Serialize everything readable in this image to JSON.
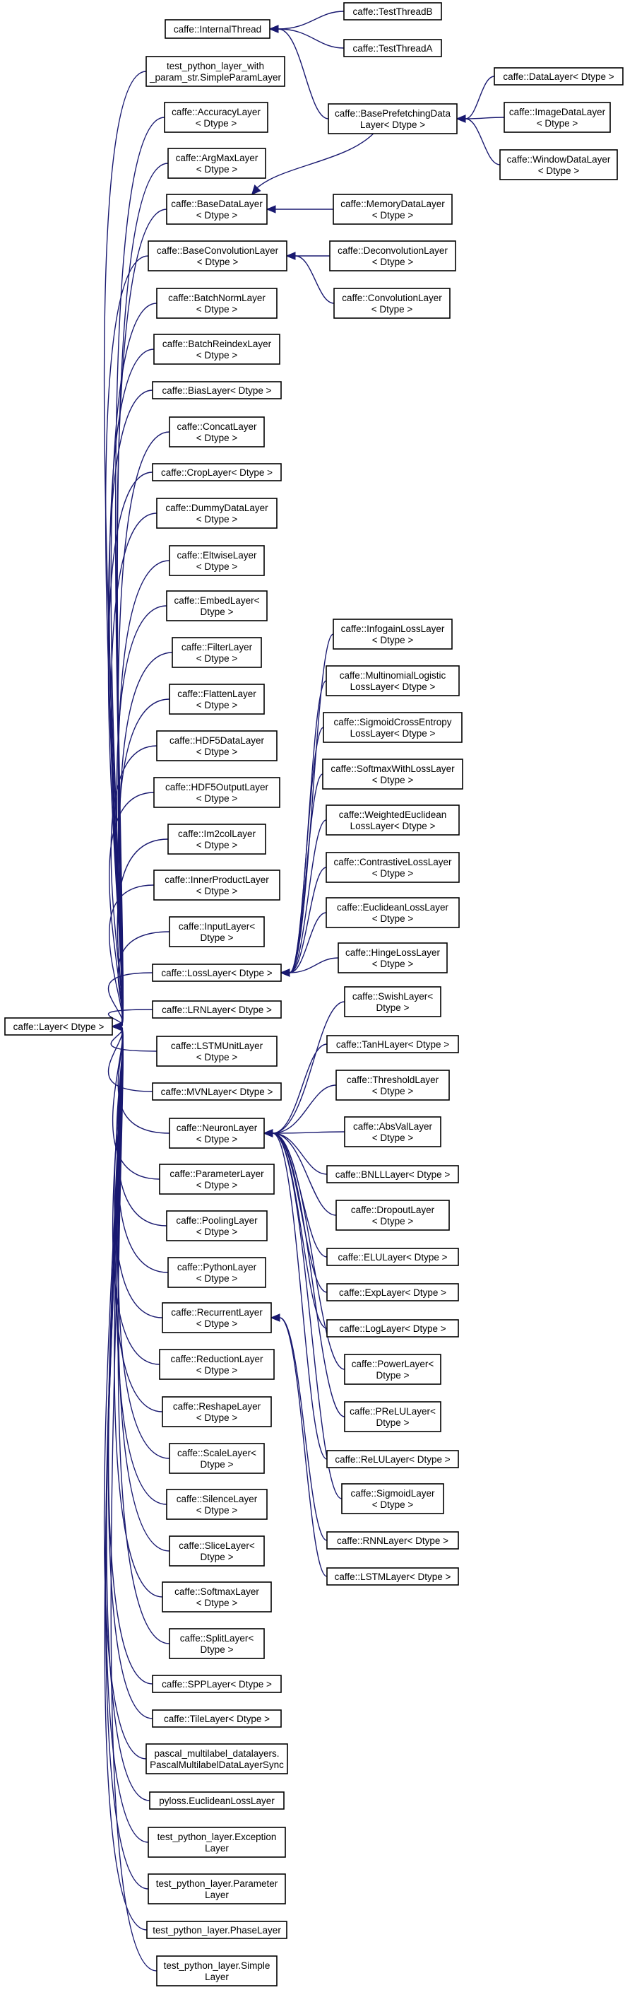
{
  "diagram": {
    "nodes": [
      {
        "id": "layer",
        "lines": [
          "caffe::Layer< Dtype >"
        ]
      },
      {
        "id": "internalthread",
        "lines": [
          "caffe::InternalThread"
        ]
      },
      {
        "id": "testthreadb",
        "lines": [
          "caffe::TestThreadB"
        ]
      },
      {
        "id": "testthreada",
        "lines": [
          "caffe::TestThreadA"
        ]
      },
      {
        "id": "simpleparam",
        "lines": [
          "test_python_layer_with",
          "_param_str.SimpleParamLayer"
        ]
      },
      {
        "id": "accuracy",
        "lines": [
          "caffe::AccuracyLayer",
          "< Dtype >"
        ]
      },
      {
        "id": "argmax",
        "lines": [
          "caffe::ArgMaxLayer",
          "< Dtype >"
        ]
      },
      {
        "id": "basedata",
        "lines": [
          "caffe::BaseDataLayer",
          "< Dtype >"
        ]
      },
      {
        "id": "baseprefetch",
        "lines": [
          "caffe::BasePrefetchingData",
          "Layer< Dtype >"
        ]
      },
      {
        "id": "datalayer",
        "lines": [
          "caffe::DataLayer< Dtype >"
        ]
      },
      {
        "id": "imagedata",
        "lines": [
          "caffe::ImageDataLayer",
          "< Dtype >"
        ]
      },
      {
        "id": "windowdata",
        "lines": [
          "caffe::WindowDataLayer",
          "< Dtype >"
        ]
      },
      {
        "id": "memorydata",
        "lines": [
          "caffe::MemoryDataLayer",
          "< Dtype >"
        ]
      },
      {
        "id": "baseconv",
        "lines": [
          "caffe::BaseConvolutionLayer",
          "< Dtype >"
        ]
      },
      {
        "id": "deconv",
        "lines": [
          "caffe::DeconvolutionLayer",
          "< Dtype >"
        ]
      },
      {
        "id": "conv",
        "lines": [
          "caffe::ConvolutionLayer",
          "< Dtype >"
        ]
      },
      {
        "id": "batchnorm",
        "lines": [
          "caffe::BatchNormLayer",
          "< Dtype >"
        ]
      },
      {
        "id": "batchreindex",
        "lines": [
          "caffe::BatchReindexLayer",
          "< Dtype >"
        ]
      },
      {
        "id": "bias",
        "lines": [
          "caffe::BiasLayer< Dtype >"
        ]
      },
      {
        "id": "concat",
        "lines": [
          "caffe::ConcatLayer",
          "< Dtype >"
        ]
      },
      {
        "id": "crop",
        "lines": [
          "caffe::CropLayer< Dtype >"
        ]
      },
      {
        "id": "dummydata",
        "lines": [
          "caffe::DummyDataLayer",
          "< Dtype >"
        ]
      },
      {
        "id": "eltwise",
        "lines": [
          "caffe::EltwiseLayer",
          "< Dtype >"
        ]
      },
      {
        "id": "embed",
        "lines": [
          "caffe::EmbedLayer<",
          "Dtype >"
        ]
      },
      {
        "id": "filter",
        "lines": [
          "caffe::FilterLayer",
          "< Dtype >"
        ]
      },
      {
        "id": "flatten",
        "lines": [
          "caffe::FlattenLayer",
          "< Dtype >"
        ]
      },
      {
        "id": "hdf5data",
        "lines": [
          "caffe::HDF5DataLayer",
          "< Dtype >"
        ]
      },
      {
        "id": "hdf5output",
        "lines": [
          "caffe::HDF5OutputLayer",
          "< Dtype >"
        ]
      },
      {
        "id": "im2col",
        "lines": [
          "caffe::Im2colLayer",
          "< Dtype >"
        ]
      },
      {
        "id": "innerproduct",
        "lines": [
          "caffe::InnerProductLayer",
          "< Dtype >"
        ]
      },
      {
        "id": "input",
        "lines": [
          "caffe::InputLayer<",
          "Dtype >"
        ]
      },
      {
        "id": "loss",
        "lines": [
          "caffe::LossLayer< Dtype >"
        ]
      },
      {
        "id": "infogain",
        "lines": [
          "caffe::InfogainLossLayer",
          "< Dtype >"
        ]
      },
      {
        "id": "multinomial",
        "lines": [
          "caffe::MultinomialLogistic",
          "LossLayer< Dtype >"
        ]
      },
      {
        "id": "sigmoidce",
        "lines": [
          "caffe::SigmoidCrossEntropy",
          "LossLayer< Dtype >"
        ]
      },
      {
        "id": "softmaxloss",
        "lines": [
          "caffe::SoftmaxWithLossLayer",
          "< Dtype >"
        ]
      },
      {
        "id": "weightedeuc",
        "lines": [
          "caffe::WeightedEuclidean",
          "LossLayer< Dtype >"
        ]
      },
      {
        "id": "contrastive",
        "lines": [
          "caffe::ContrastiveLossLayer",
          "< Dtype >"
        ]
      },
      {
        "id": "euclideanloss",
        "lines": [
          "caffe::EuclideanLossLayer",
          "< Dtype >"
        ]
      },
      {
        "id": "hingeloss",
        "lines": [
          "caffe::HingeLossLayer",
          "< Dtype >"
        ]
      },
      {
        "id": "lrn",
        "lines": [
          "caffe::LRNLayer< Dtype >"
        ]
      },
      {
        "id": "lstmunit",
        "lines": [
          "caffe::LSTMUnitLayer",
          "< Dtype >"
        ]
      },
      {
        "id": "mvn",
        "lines": [
          "caffe::MVNLayer< Dtype >"
        ]
      },
      {
        "id": "neuron",
        "lines": [
          "caffe::NeuronLayer",
          "< Dtype >"
        ]
      },
      {
        "id": "swish",
        "lines": [
          "caffe::SwishLayer<",
          "Dtype >"
        ]
      },
      {
        "id": "tanh",
        "lines": [
          "caffe::TanHLayer< Dtype >"
        ]
      },
      {
        "id": "threshold",
        "lines": [
          "caffe::ThresholdLayer",
          "< Dtype >"
        ]
      },
      {
        "id": "absval",
        "lines": [
          "caffe::AbsValLayer",
          "< Dtype >"
        ]
      },
      {
        "id": "bnll",
        "lines": [
          "caffe::BNLLLayer< Dtype >"
        ]
      },
      {
        "id": "dropout",
        "lines": [
          "caffe::DropoutLayer",
          "< Dtype >"
        ]
      },
      {
        "id": "elu",
        "lines": [
          "caffe::ELULayer< Dtype >"
        ]
      },
      {
        "id": "exp",
        "lines": [
          "caffe::ExpLayer< Dtype >"
        ]
      },
      {
        "id": "log",
        "lines": [
          "caffe::LogLayer< Dtype >"
        ]
      },
      {
        "id": "power",
        "lines": [
          "caffe::PowerLayer<",
          "Dtype >"
        ]
      },
      {
        "id": "prelu",
        "lines": [
          "caffe::PReLULayer<",
          "Dtype >"
        ]
      },
      {
        "id": "relu",
        "lines": [
          "caffe::ReLULayer< Dtype >"
        ]
      },
      {
        "id": "sigmoid",
        "lines": [
          "caffe::SigmoidLayer",
          "< Dtype >"
        ]
      },
      {
        "id": "rnn",
        "lines": [
          "caffe::RNNLayer< Dtype >"
        ]
      },
      {
        "id": "lstm",
        "lines": [
          "caffe::LSTMLayer< Dtype >"
        ]
      },
      {
        "id": "parameter",
        "lines": [
          "caffe::ParameterLayer",
          "< Dtype >"
        ]
      },
      {
        "id": "pooling",
        "lines": [
          "caffe::PoolingLayer",
          "< Dtype >"
        ]
      },
      {
        "id": "python",
        "lines": [
          "caffe::PythonLayer",
          "< Dtype >"
        ]
      },
      {
        "id": "recurrent",
        "lines": [
          "caffe::RecurrentLayer",
          "< Dtype >"
        ]
      },
      {
        "id": "reduction",
        "lines": [
          "caffe::ReductionLayer",
          "< Dtype >"
        ]
      },
      {
        "id": "reshape",
        "lines": [
          "caffe::ReshapeLayer",
          "< Dtype >"
        ]
      },
      {
        "id": "scale",
        "lines": [
          "caffe::ScaleLayer<",
          "Dtype >"
        ]
      },
      {
        "id": "silence",
        "lines": [
          "caffe::SilenceLayer",
          "< Dtype >"
        ]
      },
      {
        "id": "slice",
        "lines": [
          "caffe::SliceLayer<",
          "Dtype >"
        ]
      },
      {
        "id": "softmax",
        "lines": [
          "caffe::SoftmaxLayer",
          "< Dtype >"
        ]
      },
      {
        "id": "split",
        "lines": [
          "caffe::SplitLayer<",
          "Dtype >"
        ]
      },
      {
        "id": "spp",
        "lines": [
          "caffe::SPPLayer< Dtype >"
        ]
      },
      {
        "id": "tile",
        "lines": [
          "caffe::TileLayer< Dtype >"
        ]
      },
      {
        "id": "pascal",
        "lines": [
          "pascal_multilabel_datalayers.",
          "PascalMultilabelDataLayerSync"
        ]
      },
      {
        "id": "pyloss",
        "lines": [
          "pyloss.EuclideanLossLayer"
        ]
      },
      {
        "id": "exception",
        "lines": [
          "test_python_layer.Exception",
          "Layer"
        ]
      },
      {
        "id": "parampy",
        "lines": [
          "test_python_layer.Parameter",
          "Layer"
        ]
      },
      {
        "id": "phase",
        "lines": [
          "test_python_layer.PhaseLayer"
        ]
      },
      {
        "id": "simplepy",
        "lines": [
          "test_python_layer.Simple",
          "Layer"
        ]
      }
    ],
    "edges": [
      {
        "from": "testthreadb",
        "to": "internalthread"
      },
      {
        "from": "testthreada",
        "to": "internalthread"
      },
      {
        "from": "baseprefetch",
        "to": "internalthread"
      },
      {
        "from": "baseprefetch",
        "to": "basedata"
      },
      {
        "from": "datalayer",
        "to": "baseprefetch"
      },
      {
        "from": "imagedata",
        "to": "baseprefetch"
      },
      {
        "from": "windowdata",
        "to": "baseprefetch"
      },
      {
        "from": "memorydata",
        "to": "basedata"
      },
      {
        "from": "deconv",
        "to": "baseconv"
      },
      {
        "from": "conv",
        "to": "baseconv"
      },
      {
        "from": "infogain",
        "to": "loss"
      },
      {
        "from": "multinomial",
        "to": "loss"
      },
      {
        "from": "sigmoidce",
        "to": "loss"
      },
      {
        "from": "softmaxloss",
        "to": "loss"
      },
      {
        "from": "weightedeuc",
        "to": "loss"
      },
      {
        "from": "contrastive",
        "to": "loss"
      },
      {
        "from": "euclideanloss",
        "to": "loss"
      },
      {
        "from": "hingeloss",
        "to": "loss"
      },
      {
        "from": "swish",
        "to": "neuron"
      },
      {
        "from": "tanh",
        "to": "neuron"
      },
      {
        "from": "threshold",
        "to": "neuron"
      },
      {
        "from": "absval",
        "to": "neuron"
      },
      {
        "from": "bnll",
        "to": "neuron"
      },
      {
        "from": "dropout",
        "to": "neuron"
      },
      {
        "from": "elu",
        "to": "neuron"
      },
      {
        "from": "exp",
        "to": "neuron"
      },
      {
        "from": "log",
        "to": "neuron"
      },
      {
        "from": "power",
        "to": "neuron"
      },
      {
        "from": "prelu",
        "to": "neuron"
      },
      {
        "from": "relu",
        "to": "neuron"
      },
      {
        "from": "sigmoid",
        "to": "neuron"
      },
      {
        "from": "rnn",
        "to": "recurrent"
      },
      {
        "from": "lstm",
        "to": "recurrent"
      },
      {
        "from": "simpleparam",
        "to": "layer"
      },
      {
        "from": "accuracy",
        "to": "layer"
      },
      {
        "from": "argmax",
        "to": "layer"
      },
      {
        "from": "basedata",
        "to": "layer"
      },
      {
        "from": "baseconv",
        "to": "layer"
      },
      {
        "from": "batchnorm",
        "to": "layer"
      },
      {
        "from": "batchreindex",
        "to": "layer"
      },
      {
        "from": "bias",
        "to": "layer"
      },
      {
        "from": "concat",
        "to": "layer"
      },
      {
        "from": "crop",
        "to": "layer"
      },
      {
        "from": "dummydata",
        "to": "layer"
      },
      {
        "from": "eltwise",
        "to": "layer"
      },
      {
        "from": "embed",
        "to": "layer"
      },
      {
        "from": "filter",
        "to": "layer"
      },
      {
        "from": "flatten",
        "to": "layer"
      },
      {
        "from": "hdf5data",
        "to": "layer"
      },
      {
        "from": "hdf5output",
        "to": "layer"
      },
      {
        "from": "im2col",
        "to": "layer"
      },
      {
        "from": "innerproduct",
        "to": "layer"
      },
      {
        "from": "input",
        "to": "layer"
      },
      {
        "from": "loss",
        "to": "layer"
      },
      {
        "from": "lrn",
        "to": "layer"
      },
      {
        "from": "lstmunit",
        "to": "layer"
      },
      {
        "from": "mvn",
        "to": "layer"
      },
      {
        "from": "neuron",
        "to": "layer"
      },
      {
        "from": "parameter",
        "to": "layer"
      },
      {
        "from": "pooling",
        "to": "layer"
      },
      {
        "from": "python",
        "to": "layer"
      },
      {
        "from": "recurrent",
        "to": "layer"
      },
      {
        "from": "reduction",
        "to": "layer"
      },
      {
        "from": "reshape",
        "to": "layer"
      },
      {
        "from": "scale",
        "to": "layer"
      },
      {
        "from": "silence",
        "to": "layer"
      },
      {
        "from": "slice",
        "to": "layer"
      },
      {
        "from": "softmax",
        "to": "layer"
      },
      {
        "from": "split",
        "to": "layer"
      },
      {
        "from": "spp",
        "to": "layer"
      },
      {
        "from": "tile",
        "to": "layer"
      },
      {
        "from": "pascal",
        "to": "layer"
      },
      {
        "from": "pyloss",
        "to": "layer"
      },
      {
        "from": "exception",
        "to": "layer"
      },
      {
        "from": "parampy",
        "to": "layer"
      },
      {
        "from": "phase",
        "to": "layer"
      },
      {
        "from": "simplepy",
        "to": "layer"
      }
    ],
    "colors": {
      "edge": "#191970",
      "box_border": "#000000",
      "background": "#ffffff",
      "text": "#000000"
    }
  }
}
